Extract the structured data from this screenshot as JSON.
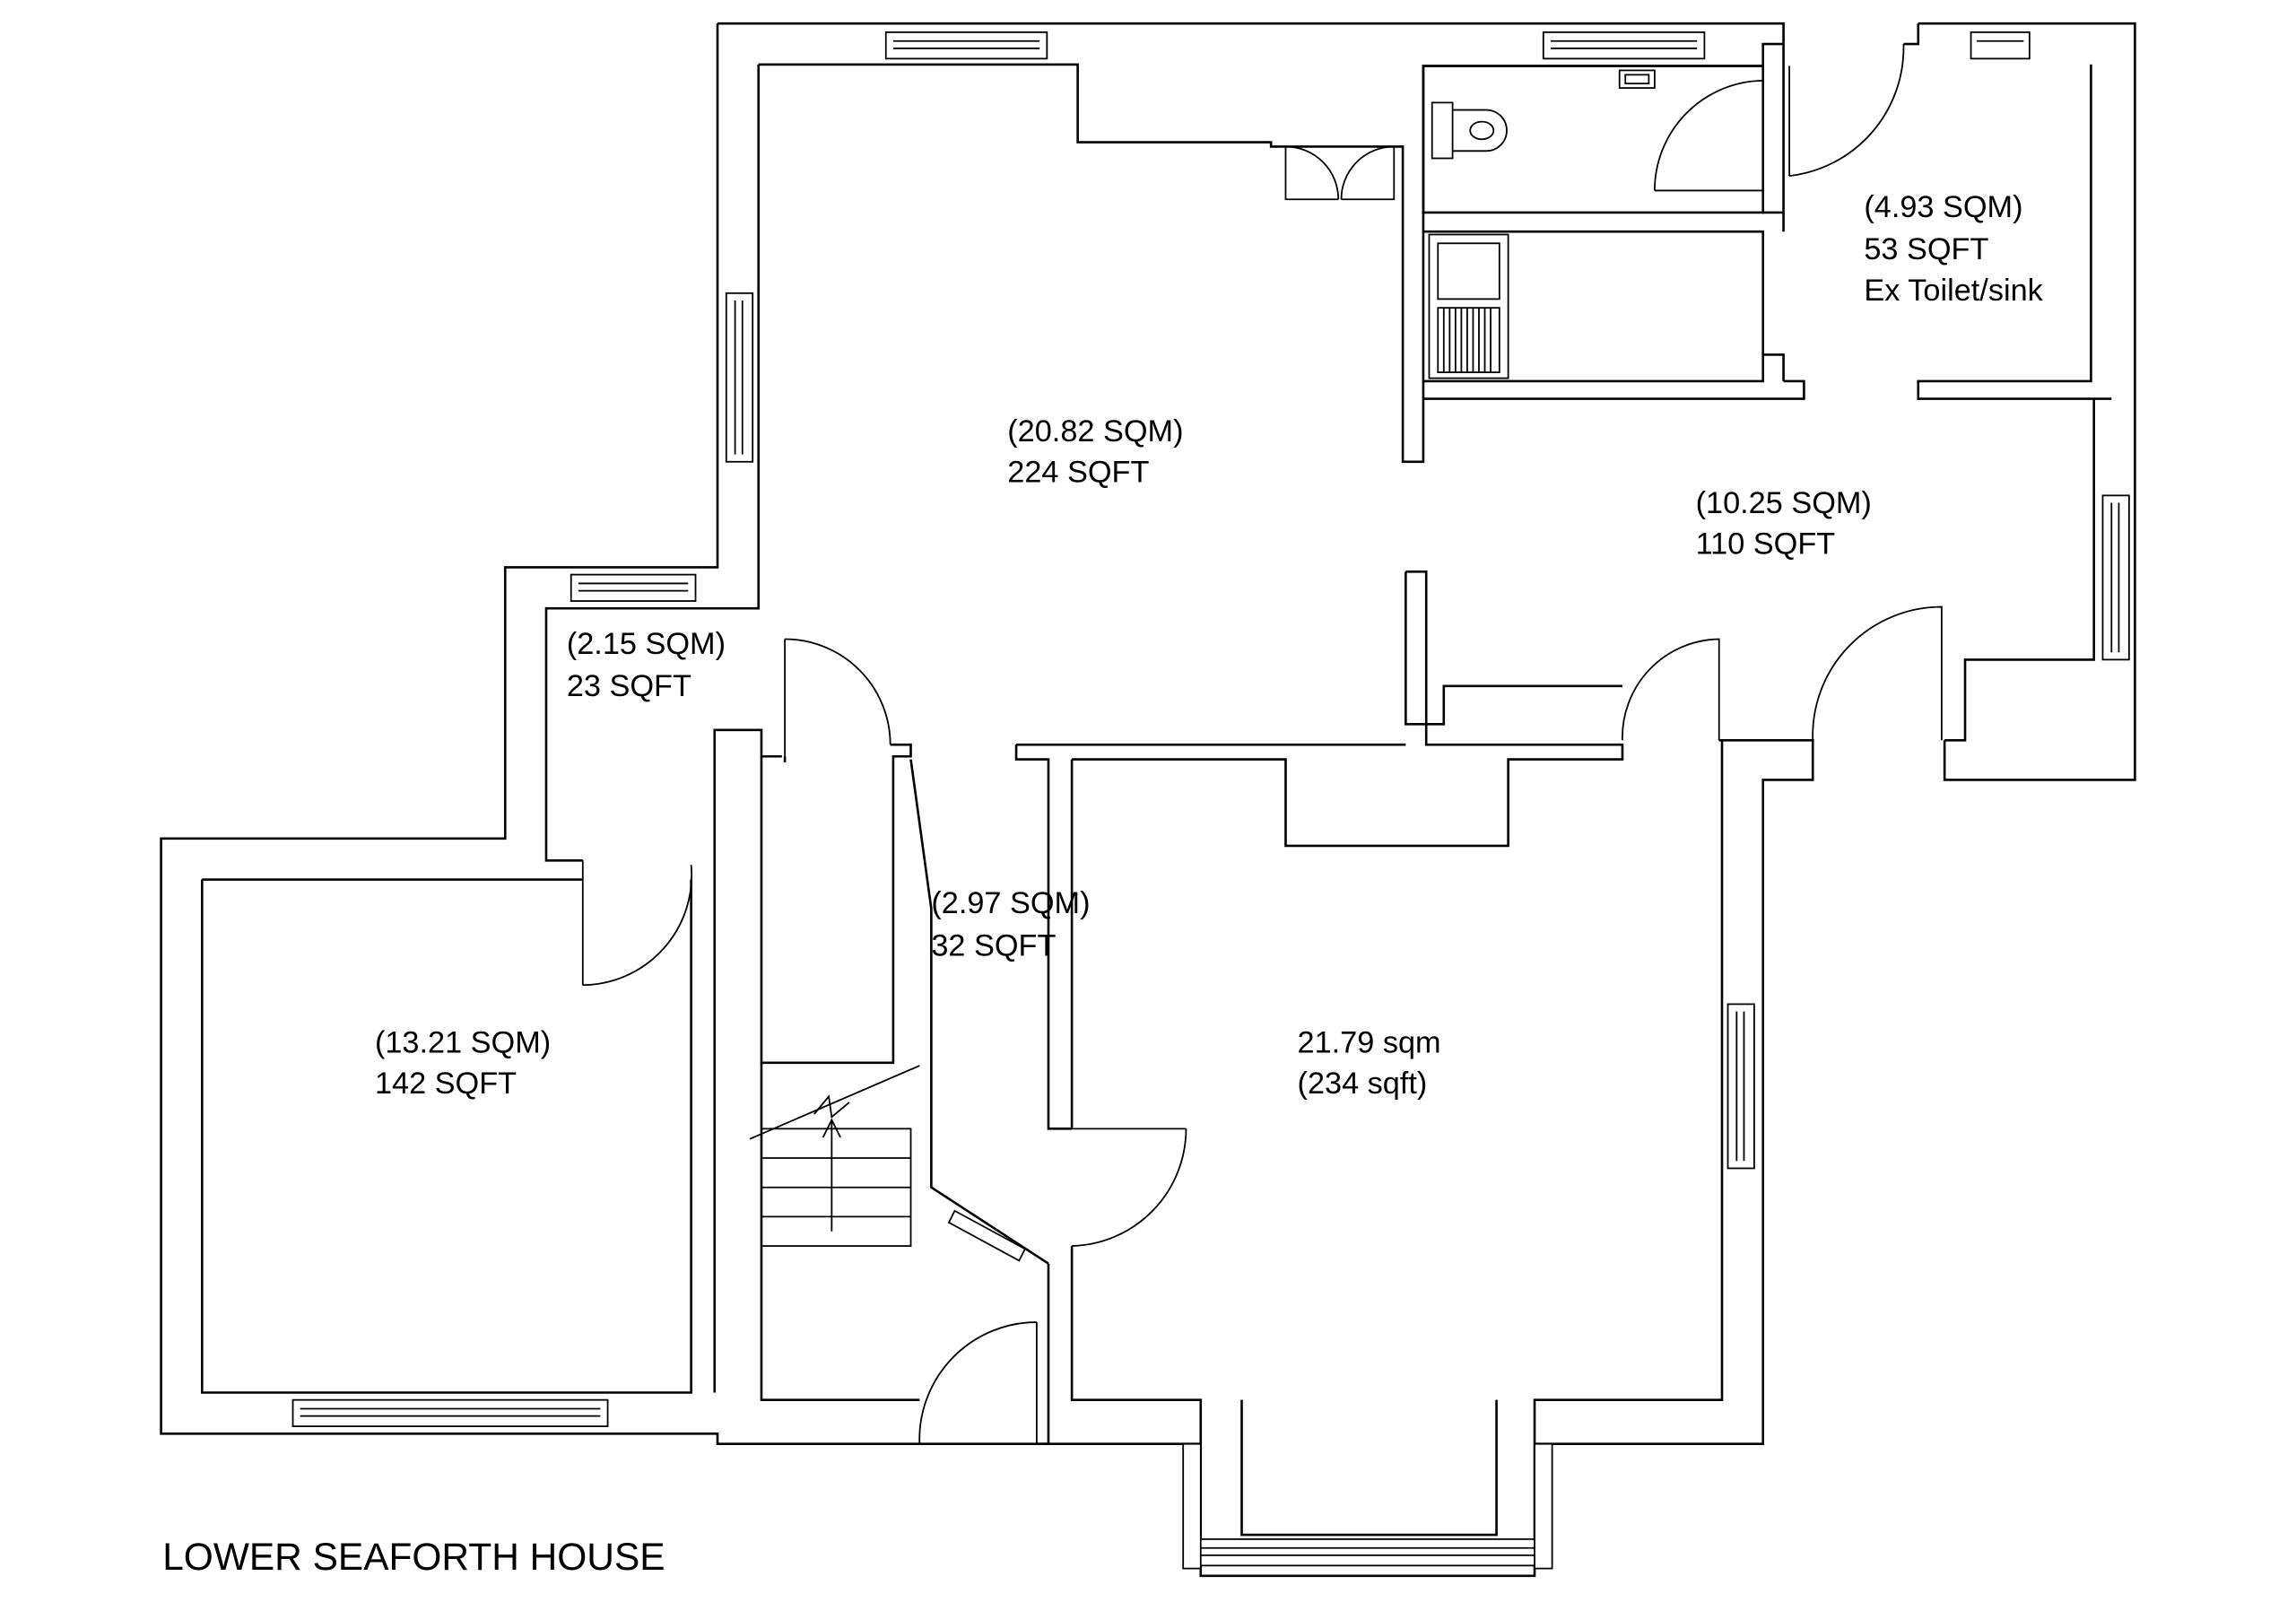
{
  "title": "LOWER SEAFORTH HOUSE",
  "rooms": [
    {
      "id": "main-room",
      "line1": "(20.82 SQM)",
      "line2": "224 SQFT"
    },
    {
      "id": "ex-toilet",
      "line1": "(4.93 SQM)",
      "line2": "53 SQFT",
      "line3": "Ex Toilet/sink"
    },
    {
      "id": "east-room",
      "line1": "(10.25 SQM)",
      "line2": "110 SQFT"
    },
    {
      "id": "lobby",
      "line1": "(2.15 SQM)",
      "line2": "23 SQFT"
    },
    {
      "id": "hall",
      "line1": "(2.97 SQM)",
      "line2": "32 SQFT"
    },
    {
      "id": "west-room",
      "line1": "(13.21 SQM)",
      "line2": "142 SQFT"
    },
    {
      "id": "bay-room",
      "line1": "21.79 sqm",
      "line2": "(234 sqft)"
    }
  ]
}
